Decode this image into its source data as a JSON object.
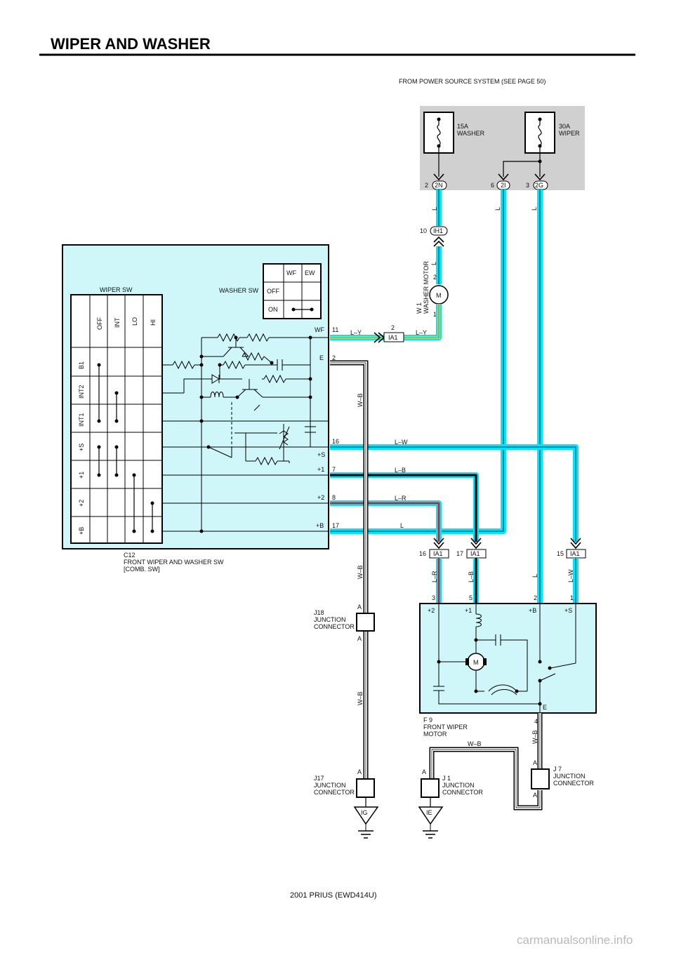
{
  "page": {
    "title": "WIPER AND WASHER",
    "footer": "2001 PRIUS (EWD414U)",
    "watermark": "carmanualsonline.info"
  },
  "power": {
    "from": "FROM POWER SOURCE SYSTEM (SEE PAGE 50)",
    "fuse_washer_amp": "15A",
    "fuse_washer_name": "WASHER",
    "fuse_wiper_amp": "30A",
    "fuse_wiper_name": "WIPER",
    "c_2n_pin": "2",
    "c_2n": "2N",
    "c_2i_pin": "6",
    "c_2i": "2I",
    "c_2g_pin": "3",
    "c_2g": "2G"
  },
  "washer_motor": {
    "id": "W 1",
    "name": "WASHER MOTOR",
    "ih1_pin": "10",
    "ih1": "IH1",
    "pin_top": "2",
    "pin_bottom": "1",
    "motor": "M"
  },
  "ia1_top": {
    "pin": "2",
    "label": "IA1"
  },
  "switch": {
    "id": "C12",
    "name1": "FRONT WIPER AND WASHER SW",
    "name2": "[COMB.  SW]",
    "wiper_sw": "WIPER SW",
    "washer_sw": "WASHER SW",
    "washer_cols": [
      "WF",
      "EW"
    ],
    "washer_rows": [
      "OFF",
      "ON"
    ],
    "wiper_cols": [
      "OFF",
      "INT",
      "LO",
      "HI"
    ],
    "wiper_rows": [
      "B1",
      "INT2",
      "INT1",
      "+S",
      "+1",
      "+2",
      "+B"
    ],
    "terminals": [
      {
        "name": "WF",
        "pin": "11"
      },
      {
        "name": "E",
        "pin": "2"
      },
      {
        "name": "",
        "pin": "16"
      },
      {
        "name": "+S",
        "pin": ""
      },
      {
        "name": "+1",
        "pin": "7"
      },
      {
        "name": "+2",
        "pin": "8"
      },
      {
        "name": "+B",
        "pin": "17"
      }
    ]
  },
  "wires": {
    "l": "L",
    "ly": "L–Y",
    "wb": "W–B",
    "lw": "L–W",
    "lb": "L–B",
    "lr": "L–R"
  },
  "ia1_bottom": [
    {
      "pin": "16",
      "label": "IA1"
    },
    {
      "pin": "17",
      "label": "IA1"
    },
    {
      "pin": "15",
      "label": "IA1"
    }
  ],
  "wiper_motor": {
    "id": "F 9",
    "name1": "FRONT WIPER",
    "name2": "MOTOR",
    "pins": [
      "3",
      "5",
      "2",
      "1",
      "4"
    ],
    "terminals": [
      "+2",
      "+1",
      "+B",
      "+S",
      "E"
    ],
    "motor": "M"
  },
  "junctions": {
    "j18": {
      "id": "J18",
      "l1": "JUNCTION",
      "l2": "CONNECTOR"
    },
    "j17": {
      "id": "J17",
      "l1": "JUNCTION",
      "l2": "CONNECTOR"
    },
    "j1": {
      "id": "J 1",
      "l1": "JUNCTION",
      "l2": "CONNECTOR"
    },
    "j7": {
      "id": "J 7",
      "l1": "JUNCTION",
      "l2": "CONNECTOR"
    },
    "pin_a": "A"
  },
  "grounds": {
    "ig": "IG",
    "ie": "IE"
  }
}
